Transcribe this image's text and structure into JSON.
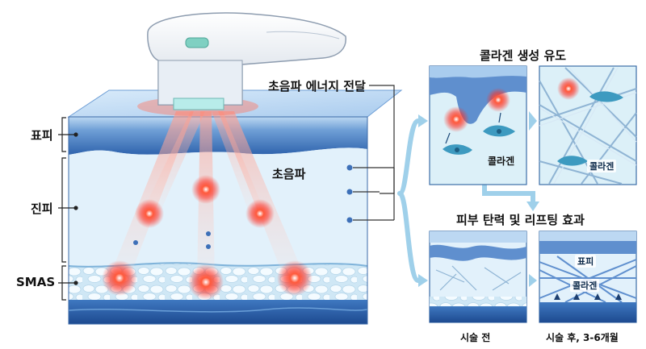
{
  "labels": {
    "energy_transfer": "초음파 에너지 전달",
    "ultrasound": "초음파",
    "epidermis": "표피",
    "dermis": "진피",
    "smas": "SMAS",
    "collagen_induction_title": "콜라겐 생성 유도",
    "collagen_a": "콜라겐",
    "collagen_b": "콜라겐",
    "elasticity_title": "피부 탄력 및 리프팅 효과",
    "before": "시술 전",
    "after": "시술 후, 3-6개월",
    "after_epidermis": "표피",
    "after_collagen": "콜라겐"
  },
  "colors": {
    "epidermis": "#5b8fd0",
    "dermis": "#dbeefa",
    "smas": "#d9ecf7",
    "deep": "#2a5fa8",
    "focal": "#ff3b2f",
    "arrow": "#9fd0ea"
  }
}
